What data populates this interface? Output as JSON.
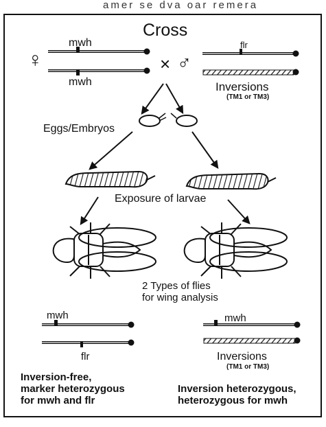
{
  "header_fragment": "amer se dva oar remera",
  "cross_title": "Cross",
  "symbols": {
    "female": "♀",
    "cross": "×",
    "male": "♂"
  },
  "parents": {
    "female_top_marker": "mwh",
    "female_bottom_marker": "mwh",
    "male_marker": "flr",
    "male_balancer": "Inversions",
    "male_balancer_note": "(TM1 or TM3)"
  },
  "stages": {
    "eggs": "Eggs/Embryos",
    "larvae": "Exposure of larvae",
    "flies": "2 Types of flies",
    "flies_line2": "for wing analysis"
  },
  "offspring": {
    "left_top_marker": "mwh",
    "left_bottom_marker": "flr",
    "left_desc": [
      "Inversion-free,",
      "marker heterozygous",
      "for mwh and flr"
    ],
    "right_top_marker": "mwh",
    "right_balancer": "Inversions",
    "right_balancer_note": "(TM1 or TM3)",
    "right_desc": [
      "Inversion heterozygous,",
      "heterozygous for mwh"
    ]
  }
}
